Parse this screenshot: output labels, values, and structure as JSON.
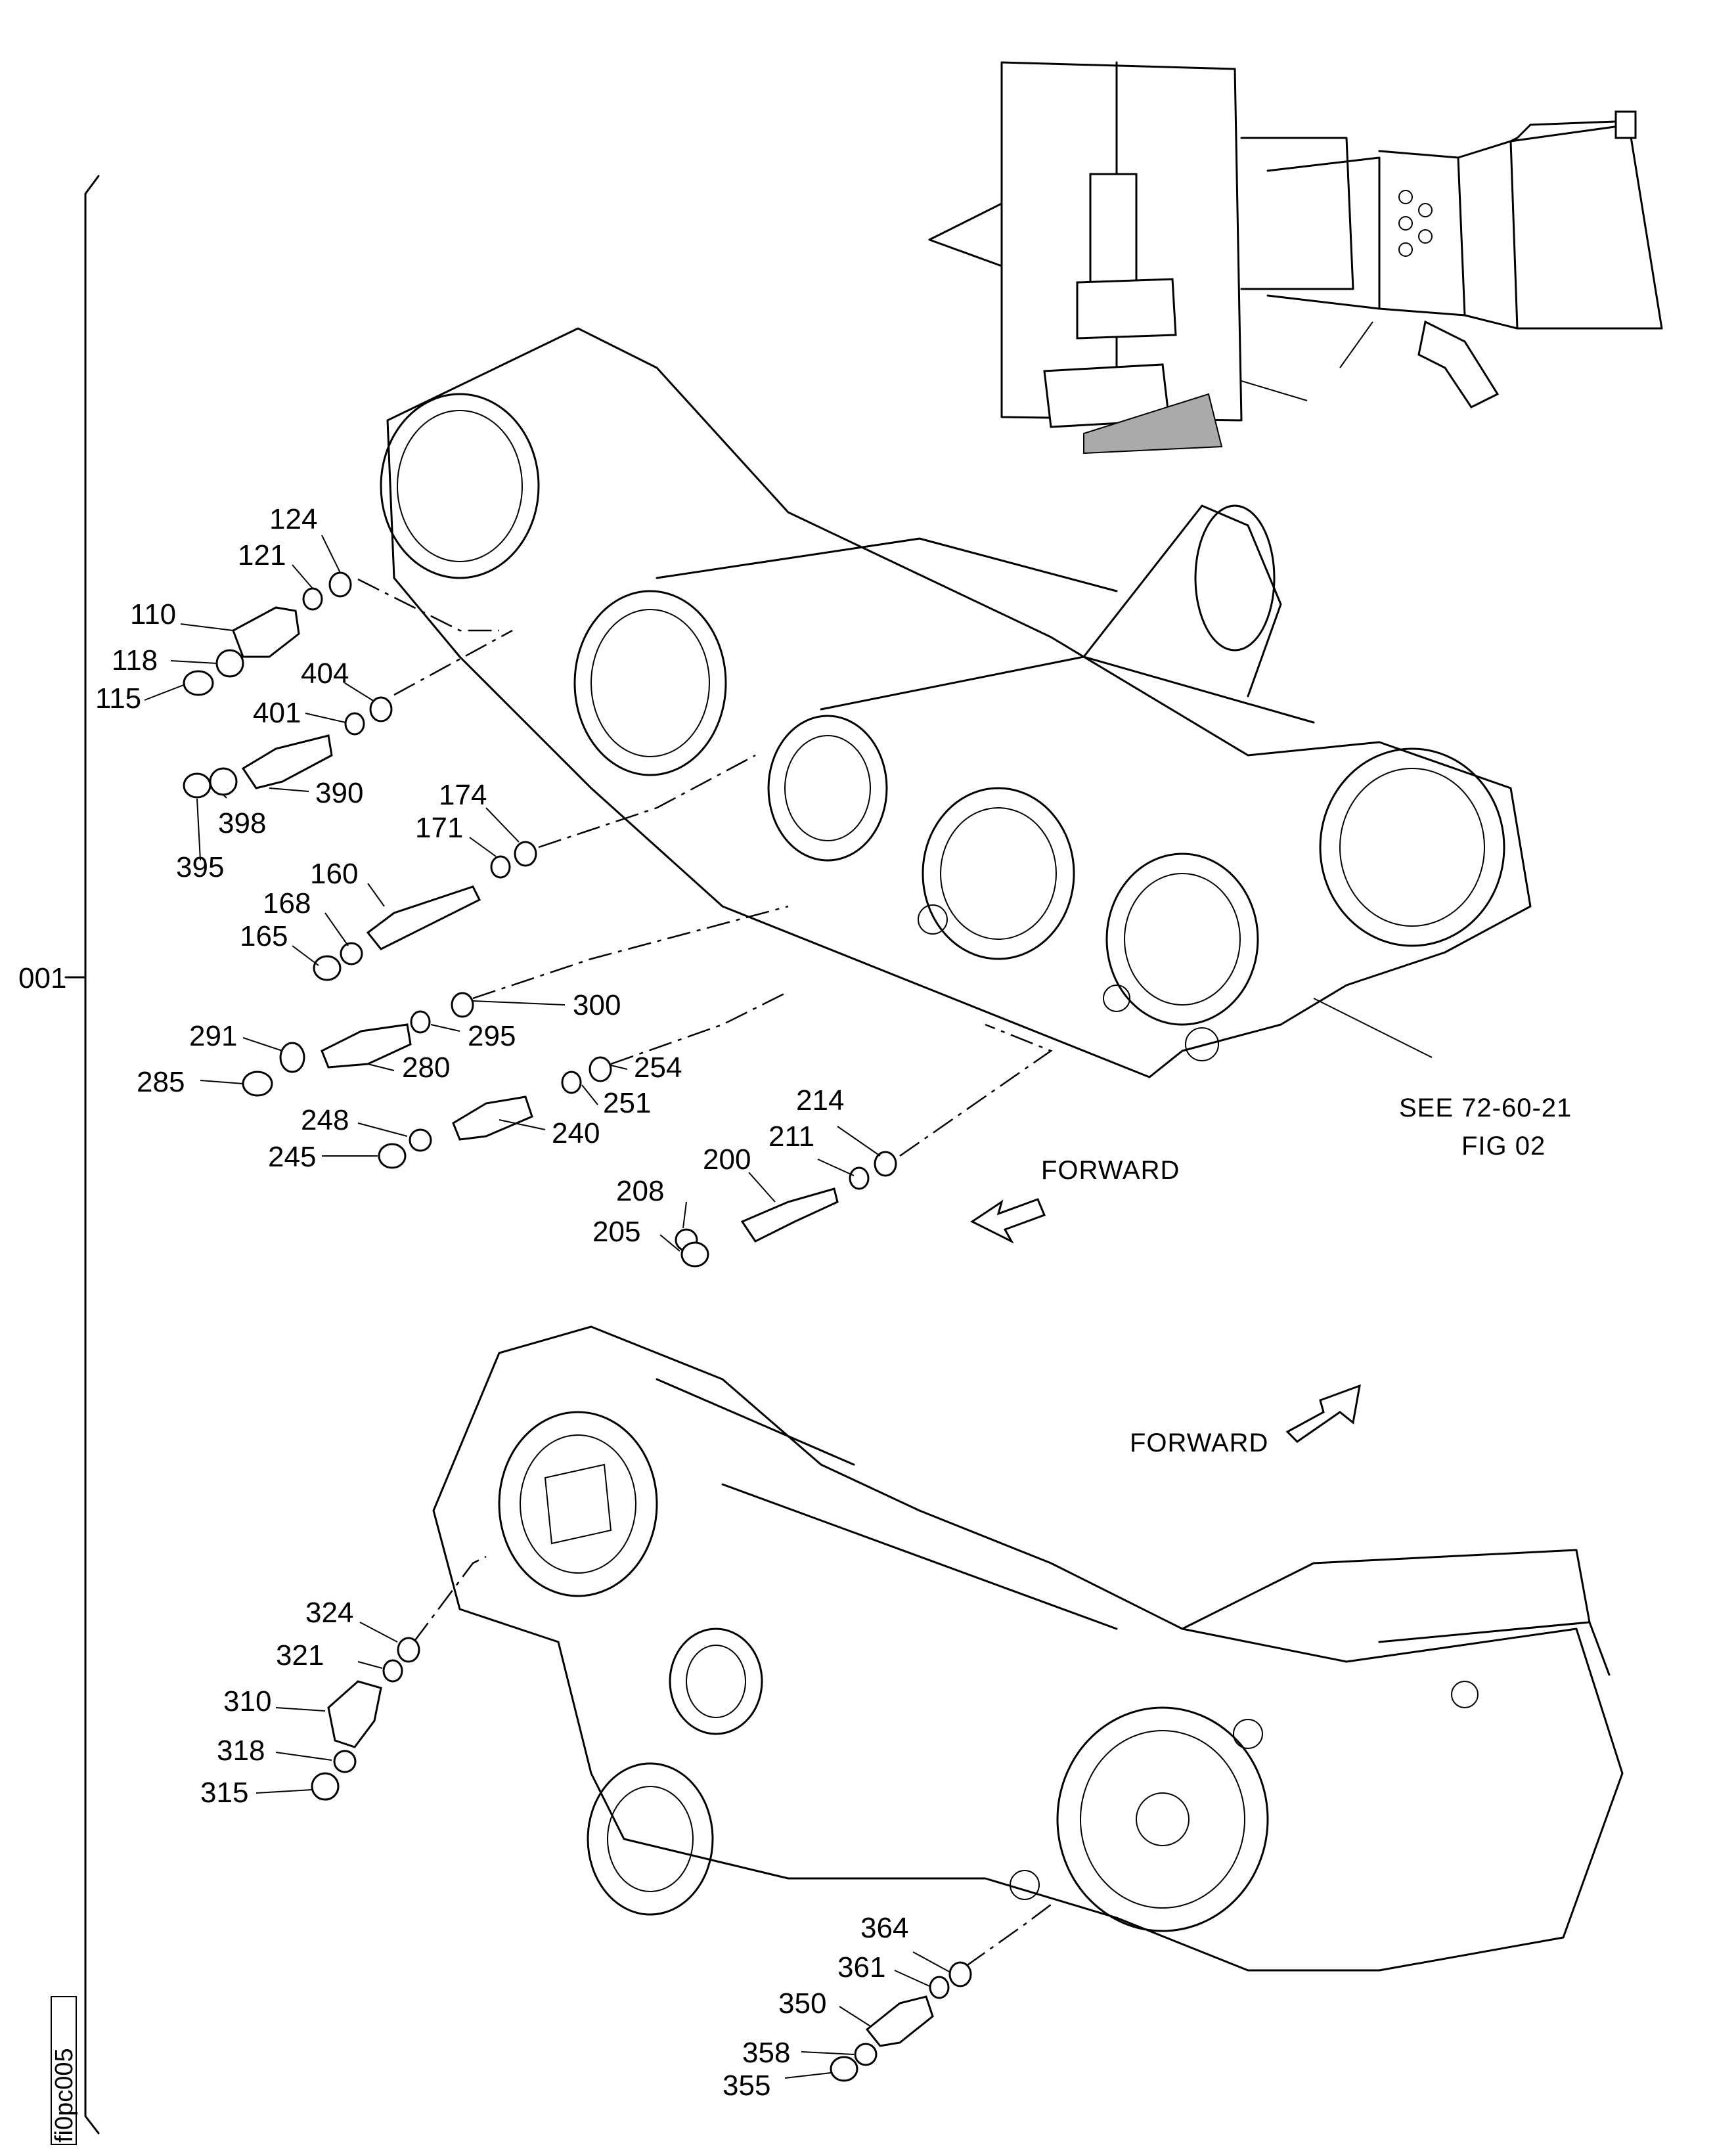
{
  "figure_id": "fi0pc005",
  "group_label": "001",
  "references": {
    "see_text": "SEE 72-60-21",
    "fig_text": "FIG 02"
  },
  "direction_labels": {
    "upper_forward": "FORWARD",
    "lower_forward": "FORWARD"
  },
  "callouts": {
    "c124": "124",
    "c121": "121",
    "c110": "110",
    "c118": "118",
    "c115": "115",
    "c404": "404",
    "c401": "401",
    "c390": "390",
    "c398": "398",
    "c395": "395",
    "c174": "174",
    "c171": "171",
    "c160": "160",
    "c168": "168",
    "c165": "165",
    "c300": "300",
    "c295": "295",
    "c291": "291",
    "c285": "285",
    "c280": "280",
    "c254": "254",
    "c251": "251",
    "c248": "248",
    "c245": "245",
    "c240": "240",
    "c214": "214",
    "c211": "211",
    "c200": "200",
    "c208": "208",
    "c205": "205",
    "c324": "324",
    "c321": "321",
    "c310": "310",
    "c318": "318",
    "c315": "315",
    "c364": "364",
    "c361": "361",
    "c350": "350",
    "c358": "358",
    "c355": "355"
  }
}
